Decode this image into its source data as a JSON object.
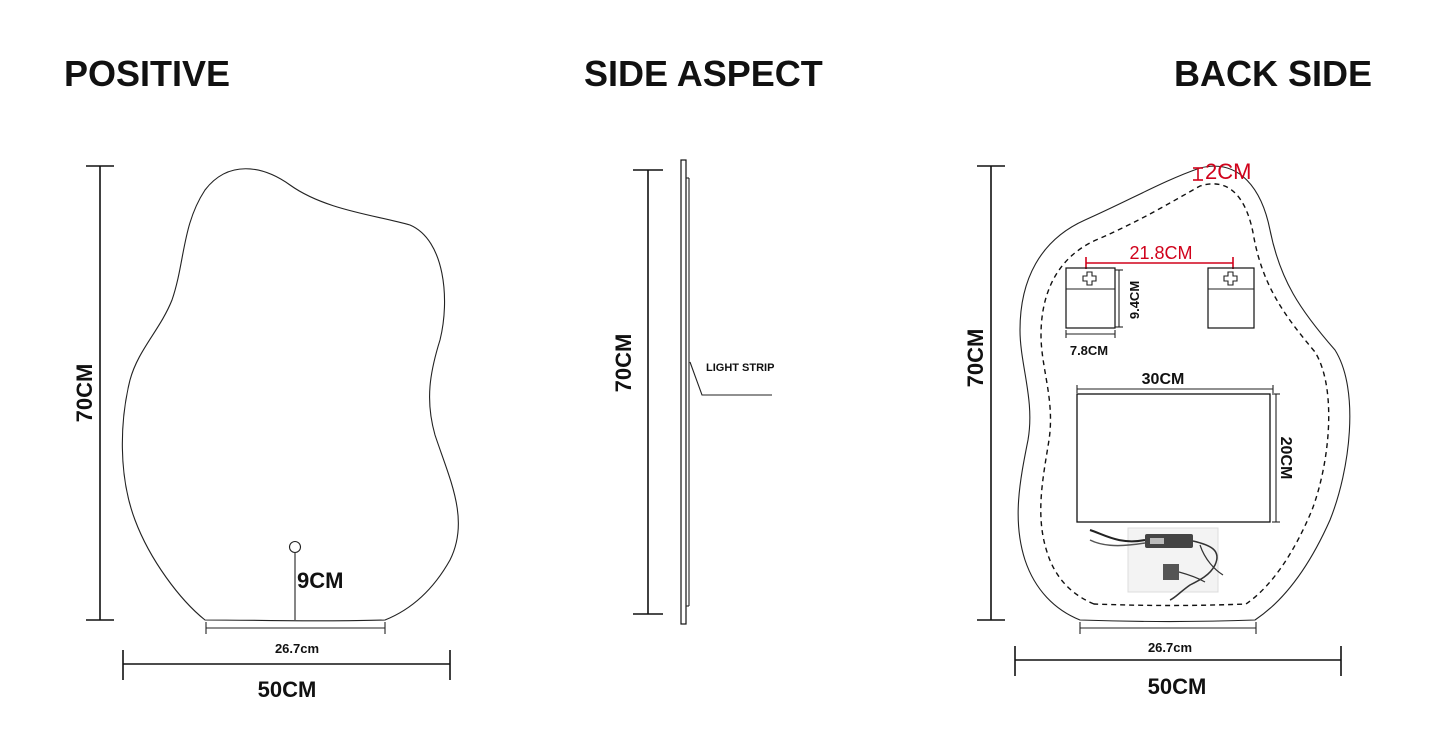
{
  "headings": {
    "positive": "POSITIVE",
    "side": "SIDE ASPECT",
    "back": "BACK SIDE"
  },
  "positive_view": {
    "height_label": "70CM",
    "width_label": "50CM",
    "base_label": "26.7cm",
    "button_label": "9CM"
  },
  "side_view": {
    "height_label": "70CM",
    "callout_label": "LIGHT STRIP"
  },
  "back_view": {
    "height_label": "70CM",
    "width_label": "50CM",
    "base_label": "26.7cm",
    "offset_label": "2CM",
    "bracket_spacing_label": "21.8CM",
    "bracket_height_label": "9.4CM",
    "bracket_width_label": "7.8CM",
    "box_width_label": "30CM",
    "box_height_label": "20CM"
  },
  "colors": {
    "line": "#111111",
    "accent_red": "#d0021b"
  }
}
